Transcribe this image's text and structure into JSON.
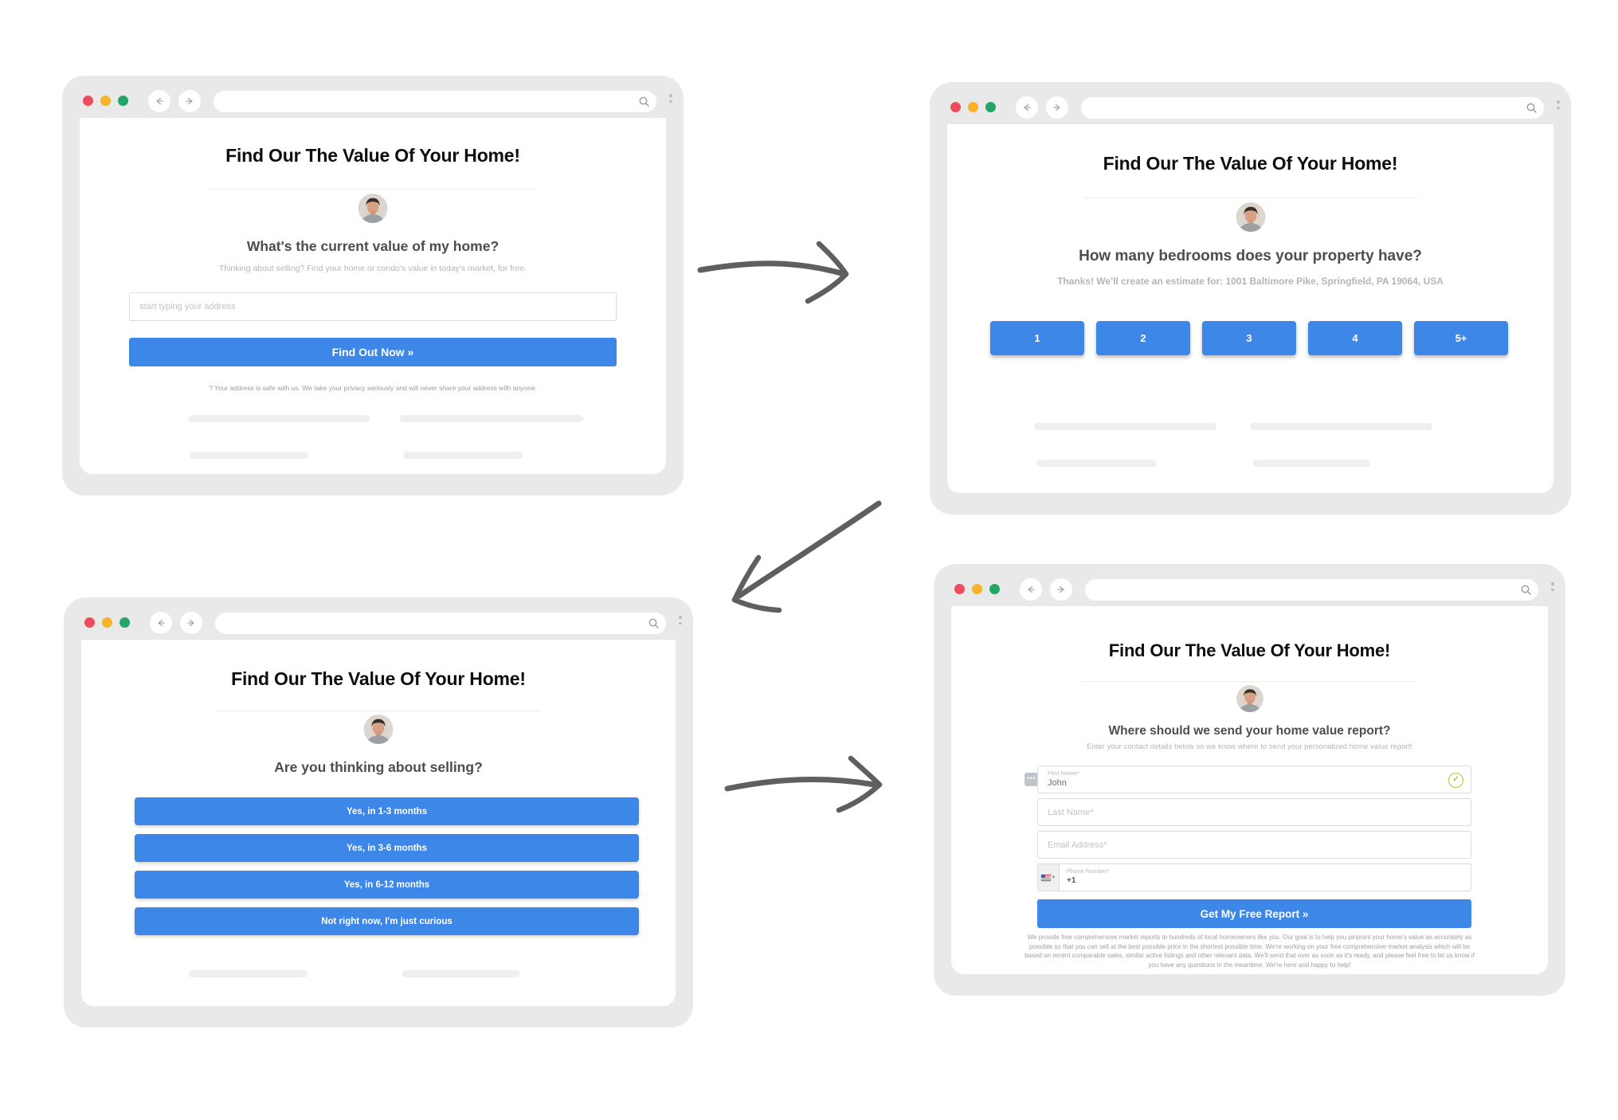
{
  "theme": {
    "accent": "#3c87e8",
    "frame_gray": "#e9e9ea",
    "traffic_red": "#ed4c5c",
    "traffic_yellow": "#f7b32a",
    "traffic_green": "#23a566",
    "check_green": "#a5c93a",
    "arrow_gray": "#5f5f5f"
  },
  "icons": {
    "back": "left-arrow",
    "forward": "right-arrow",
    "search": "magnifier",
    "menu": "vertical-dots",
    "first_name_valid": "green-check",
    "phone_country": "us-flag",
    "autofill": "gray-dots-square",
    "avatar": "agent-photo"
  },
  "step1": {
    "title": "Find Our The Value Of Your Home!",
    "question": "What's the current value of my home?",
    "subtitle": "Thinking about selling? Find your home or condo's value in today's market, for free.",
    "address_input": {
      "placeholder": "start typing your address",
      "value": ""
    },
    "submit_label": "Find Out Now »",
    "privacy_note": "? Your address is safe with us. We take your privacy seriously and will never share your address with anyone."
  },
  "step2": {
    "title": "Find Our The Value Of Your Home!",
    "question": "How many bedrooms does your property have?",
    "subtitle": "Thanks! We'll create an estimate for: 1001 Baltimore Pike, Springfield, PA 19064, USA",
    "bedroom_options": [
      "1",
      "2",
      "3",
      "4",
      "5+"
    ]
  },
  "step3": {
    "title": "Find Our The Value Of Your Home!",
    "question": "Are you thinking about selling?",
    "options": [
      "Yes, in 1-3 months",
      "Yes, in 3-6 months",
      "Yes, in 6-12 months",
      "Not right now, I'm just curious"
    ]
  },
  "step4": {
    "title": "Find Our The Value Of Your Home!",
    "question": "Where should we send your home value report?",
    "subtitle": "Enter your contact details below so we know where to send your personalized home value report!",
    "fields": {
      "first_name": {
        "label": "First Name*",
        "value": "John"
      },
      "last_name": {
        "placeholder": "Last Name*"
      },
      "email": {
        "placeholder": "Email Address*"
      },
      "phone": {
        "label": "Phone Number*",
        "value": "+1"
      }
    },
    "submit_label": "Get My Free Report »",
    "disclaimer": "We provide free comprehensive market reports to hundreds of local homeowners like you. Our goal is to help you pinpoint your home's value as accurately as possible so that you can sell at the best possible price in the shortest possible time. We're working on your free comprehensive market analysis which will be based on recent comparable sales, similar active listings and other relevant data. We'll send that over as soon as it's ready, and please feel free to let us know if you have any questions in the meantime. We're here and happy to help!"
  }
}
